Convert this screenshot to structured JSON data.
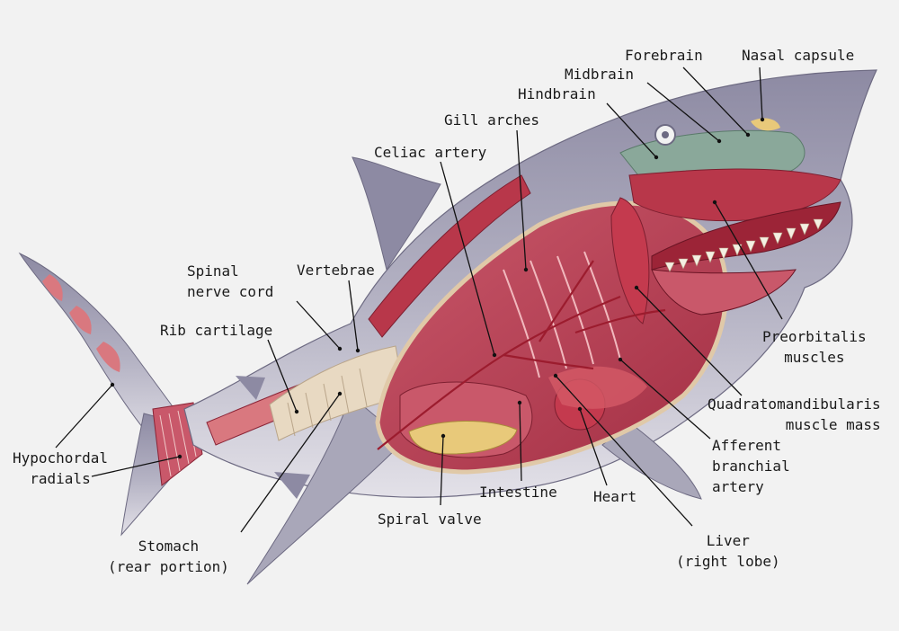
{
  "labels": {
    "forebrain": "Forebrain",
    "nasal_capsule": "Nasal capsule",
    "midbrain": "Midbrain",
    "hindbrain": "Hindbrain",
    "gill_arches": "Gill arches",
    "celiac_artery": "Celiac artery",
    "spinal_nerve_cord": [
      "Spinal",
      "nerve cord"
    ],
    "vertebrae": "Vertebrae",
    "rib_cartilage": "Rib cartilage",
    "preorbitalis_muscles": [
      "Preorbitalis",
      "muscles"
    ],
    "quadratomandibularis": [
      "Quadratomandibularis",
      "muscle mass"
    ],
    "afferent_branchial_artery": [
      "Afferent",
      "branchial",
      "artery"
    ],
    "hypochordal_radials": [
      "Hypochordal",
      "radials"
    ],
    "intestine": "Intestine",
    "heart": "Heart",
    "spiral_valve": "Spiral valve",
    "stomach": [
      "Stomach",
      "(rear portion)"
    ],
    "liver": [
      "Liver",
      "(right lobe)"
    ]
  },
  "colors": {
    "background": "#f2f2f2",
    "skin": "#9c9ab0",
    "belly": "#d9d7e0",
    "muscle": "#b8374a",
    "tissue": "#d9787f",
    "cartilage": "#e8d9c2",
    "organ": "#c43a4e",
    "leader": "#111111"
  }
}
